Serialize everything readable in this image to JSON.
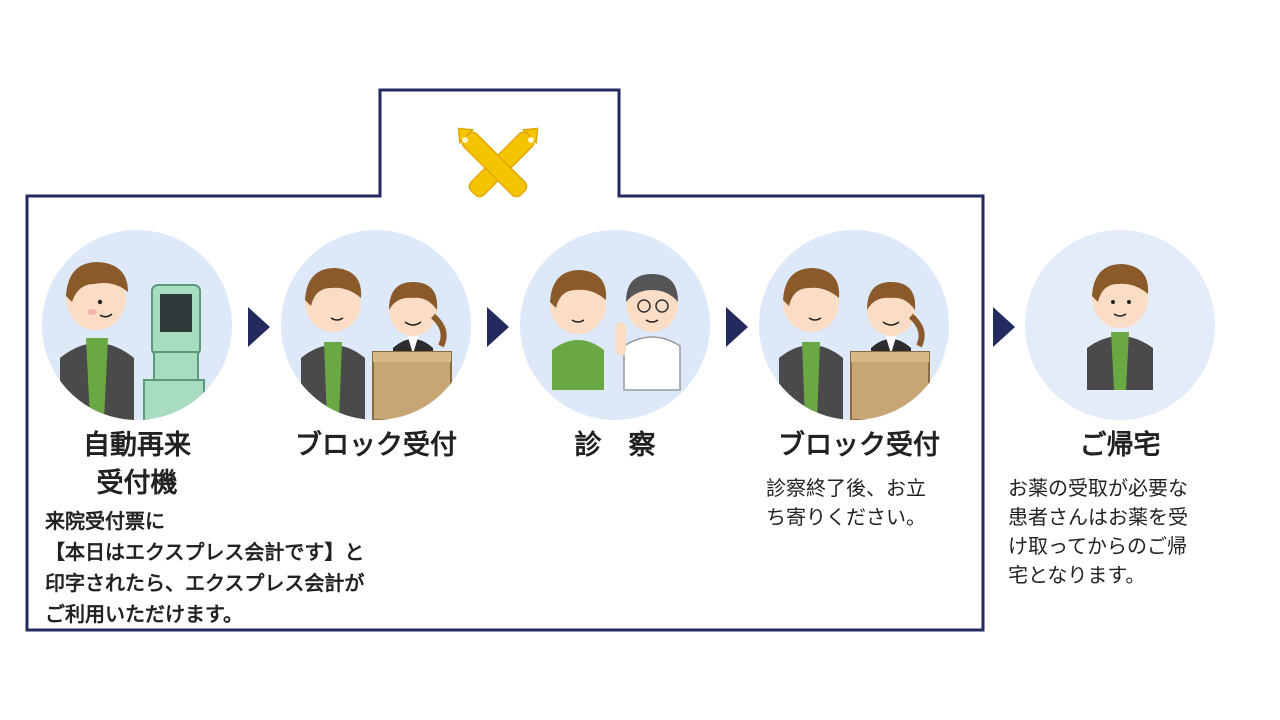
{
  "steps": [
    {
      "title_line1": "自動再来",
      "title_line2": "受付機",
      "icon": "kiosk-patient-illustration"
    },
    {
      "title": "ブロック受付",
      "icon": "reception-desk-illustration"
    },
    {
      "title": "診　察",
      "icon": "doctor-consultation-illustration"
    },
    {
      "title": "ブロック受付",
      "icon": "reception-desk-illustration"
    },
    {
      "title": "ご帰宅",
      "icon": "patient-going-home-illustration"
    }
  ],
  "notes": {
    "kiosk": [
      "来院受付票に",
      "【本日はエクスプレス会計です】と",
      "印字されたら、エクスプレス会計が",
      "ご利用いただけます。"
    ],
    "block_reception": [
      "診察終了後、お立",
      "ち寄りください。"
    ],
    "go_home": [
      "お薬の受取が必要な",
      "患者さんはお薬を受",
      "け取ってからのご帰",
      "宅となります。"
    ]
  },
  "colors": {
    "frame": "#232a5e",
    "arrow": "#232a5e",
    "circle": "#dde8f8",
    "no_mark": "#f5c400",
    "shirt_green": "#6aa843",
    "jacket_gray": "#4a4a4a",
    "desk": "#c8a574"
  },
  "icons": [
    "cross-out-icon",
    "arrow-right-icon"
  ]
}
